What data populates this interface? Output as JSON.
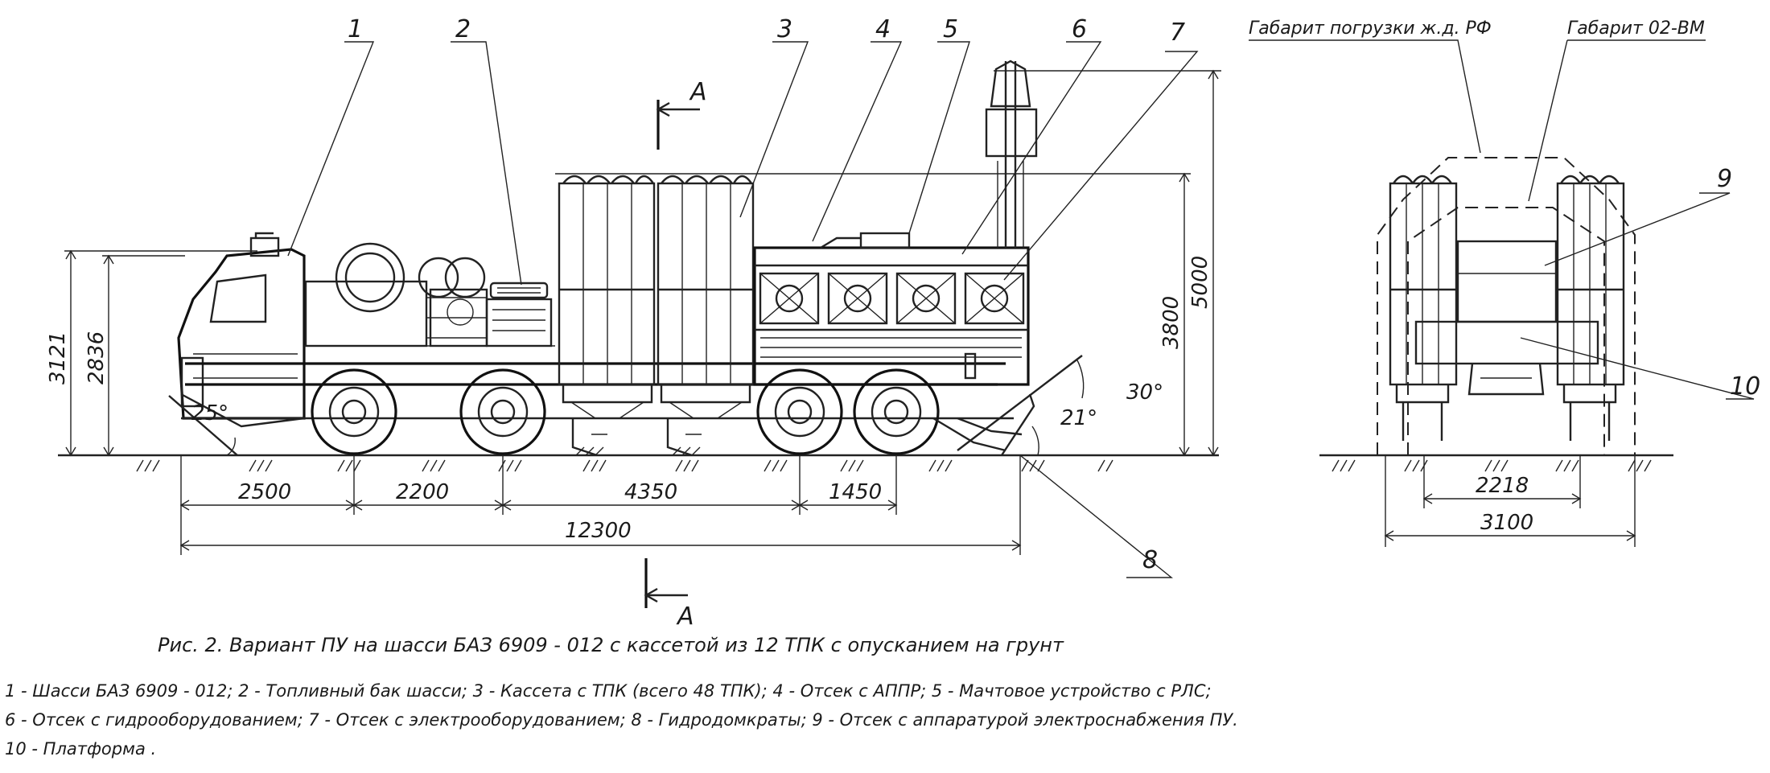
{
  "callouts": [
    "1",
    "2",
    "3",
    "4",
    "5",
    "6",
    "7",
    "8",
    "9",
    "10"
  ],
  "section_mark": "А",
  "gauge_labels": {
    "rail": "Габарит погрузки ж.д. РФ",
    "road": "Габарит 02-ВМ"
  },
  "side_dimensions": {
    "wheelbase": [
      "2500",
      "2200",
      "4350",
      "1450"
    ],
    "overall_length": "12300",
    "cab_height": "3121",
    "hood_height": "2836",
    "cassette_height": "3800",
    "mast_height": "5000"
  },
  "angles": {
    "front": "25°",
    "rear_jack": "21°",
    "rear_ramp": "30°"
  },
  "rear_dimensions": {
    "track": "2218",
    "width": "3100"
  },
  "caption": "Рис. 2. Вариант ПУ на шасси БАЗ 6909 - 012  с кассетой из 12 ТПК с опусканием на грунт",
  "legend": [
    "1 - Шасси БАЗ 6909 - 012; 2 - Топливный бак шасси; 3 - Кассета с ТПК (всего 48 ТПК); 4 - Отсек с АППР; 5 - Мачтовое устройство с РЛС;",
    "6 - Отсек с гидрооборудованием; 7 - Отсек с электрооборудованием; 8 - Гидродомкраты; 9 - Отсек с аппаратурой электроснабжения ПУ.",
    "10 - Платформа ."
  ]
}
